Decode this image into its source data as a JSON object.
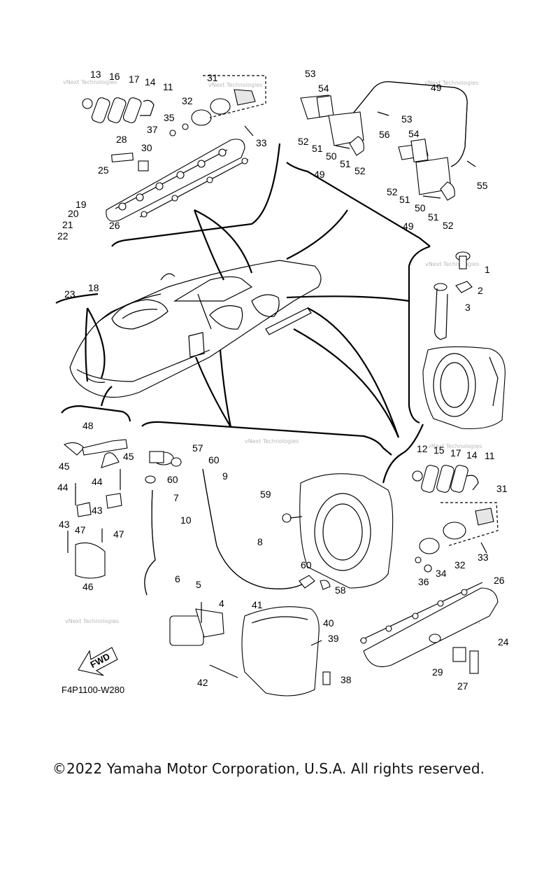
{
  "diagram_code": "F4P1100-W280",
  "copyright": "©2022 Yamaha Motor Corporation, U.S.A. All rights reserved.",
  "watermark": "vNext Technologies",
  "fwd_label": "FWD",
  "callouts": {
    "c1": "1",
    "c2": "2",
    "c3": "3",
    "c4": "4",
    "c5": "5",
    "c6": "6",
    "c7": "7",
    "c8": "8",
    "c9": "9",
    "c10": "10",
    "c11a": "11",
    "c11b": "11",
    "c12": "12",
    "c13": "13",
    "c14a": "14",
    "c14b": "14",
    "c15": "15",
    "c16": "16",
    "c17a": "17",
    "c17b": "17",
    "c18": "18",
    "c19": "19",
    "c20": "20",
    "c21": "21",
    "c22": "22",
    "c23": "23",
    "c24": "24",
    "c25": "25",
    "c26a": "26",
    "c26b": "26",
    "c27": "27",
    "c28": "28",
    "c29": "29",
    "c30": "30",
    "c31a": "31",
    "c31b": "31",
    "c32a": "32",
    "c32b": "32",
    "c33a": "33",
    "c33b": "33",
    "c34": "34",
    "c35": "35",
    "c36": "36",
    "c37": "37",
    "c38": "38",
    "c39": "39",
    "c40": "40",
    "c41": "41",
    "c42": "42",
    "c43a": "43",
    "c43b": "43",
    "c44a": "44",
    "c44b": "44",
    "c45a": "45",
    "c45b": "45",
    "c46": "46",
    "c47a": "47",
    "c47b": "47",
    "c48": "48",
    "c49a": "49",
    "c49b": "49",
    "c49c": "49",
    "c50a": "50",
    "c50b": "50",
    "c51a": "51",
    "c51b": "51",
    "c51c": "51",
    "c51d": "51",
    "c52a": "52",
    "c52b": "52",
    "c52c": "52",
    "c52d": "52",
    "c53a": "53",
    "c53b": "53",
    "c54a": "54",
    "c54b": "54",
    "c55": "55",
    "c56": "56",
    "c57": "57",
    "c58": "58",
    "c59": "59",
    "c60a": "60",
    "c60b": "60",
    "c60c": "60"
  }
}
